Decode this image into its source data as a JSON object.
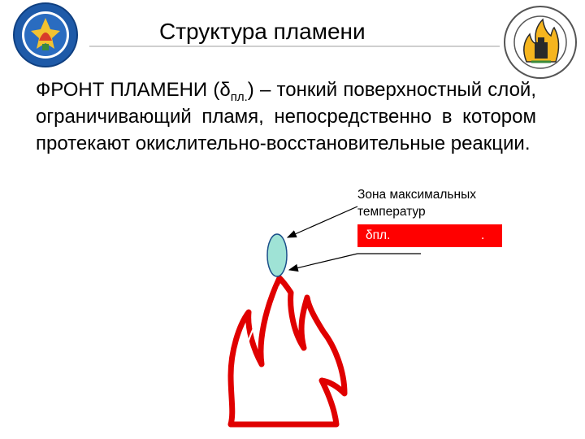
{
  "slide": {
    "title": "Структура пламени",
    "definition": {
      "term_main": "ФРОНТ ПЛАМЕНИ (δ",
      "term_sub": "пл.",
      "term_close": ")",
      "rest": " – тонкий поверхностный слой, ограничивающий пламя, непосредственно в котором протекают окислительно-восстановительные реакции."
    },
    "zone_label": "Зона максимальных температур",
    "symbol_label": "δпл.",
    "symbol_trailing": "."
  },
  "logos": {
    "left_icon": "university-emblem-icon",
    "right_icon": "fire-safety-seal-icon"
  },
  "colors": {
    "flame_outline": "#e00000",
    "flame_front": "#9fe3d6",
    "symbol_box": "#ff0000",
    "emblem_blue": "#1e5aa8"
  }
}
